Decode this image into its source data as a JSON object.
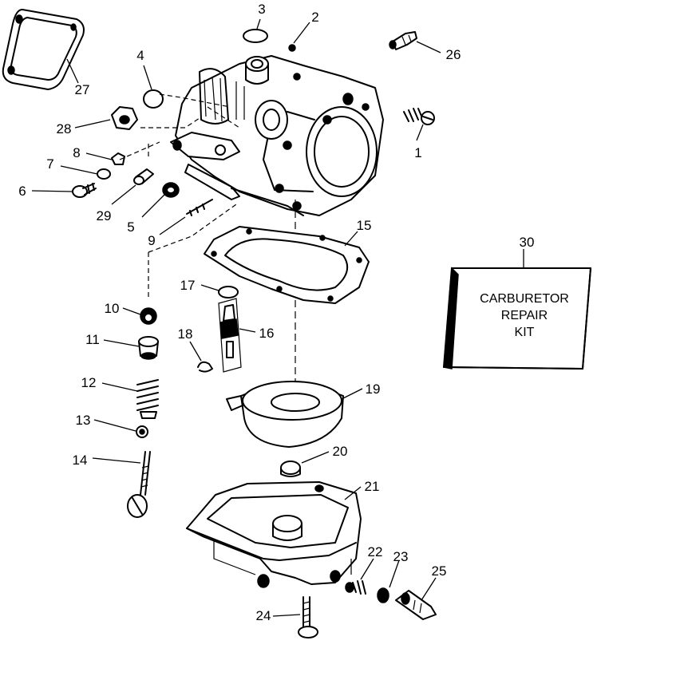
{
  "diagram": {
    "callouts": [
      {
        "id": "1",
        "label": "1"
      },
      {
        "id": "2",
        "label": "2"
      },
      {
        "id": "3",
        "label": "3"
      },
      {
        "id": "4",
        "label": "4"
      },
      {
        "id": "5",
        "label": "5"
      },
      {
        "id": "6",
        "label": "6"
      },
      {
        "id": "7",
        "label": "7"
      },
      {
        "id": "8",
        "label": "8"
      },
      {
        "id": "9",
        "label": "9"
      },
      {
        "id": "10",
        "label": "10"
      },
      {
        "id": "11",
        "label": "11"
      },
      {
        "id": "12",
        "label": "12"
      },
      {
        "id": "13",
        "label": "13"
      },
      {
        "id": "14",
        "label": "14"
      },
      {
        "id": "15",
        "label": "15"
      },
      {
        "id": "16",
        "label": "16"
      },
      {
        "id": "17",
        "label": "17"
      },
      {
        "id": "18",
        "label": "18"
      },
      {
        "id": "19",
        "label": "19"
      },
      {
        "id": "20",
        "label": "20"
      },
      {
        "id": "21",
        "label": "21"
      },
      {
        "id": "22",
        "label": "22"
      },
      {
        "id": "23",
        "label": "23"
      },
      {
        "id": "24",
        "label": "24"
      },
      {
        "id": "25",
        "label": "25"
      },
      {
        "id": "26",
        "label": "26"
      },
      {
        "id": "27",
        "label": "27"
      },
      {
        "id": "28",
        "label": "28"
      },
      {
        "id": "29",
        "label": "29"
      },
      {
        "id": "30",
        "label": "30"
      }
    ],
    "kit_box": {
      "line1": "CARBURETOR",
      "line2": "REPAIR",
      "line3": "KIT"
    }
  }
}
